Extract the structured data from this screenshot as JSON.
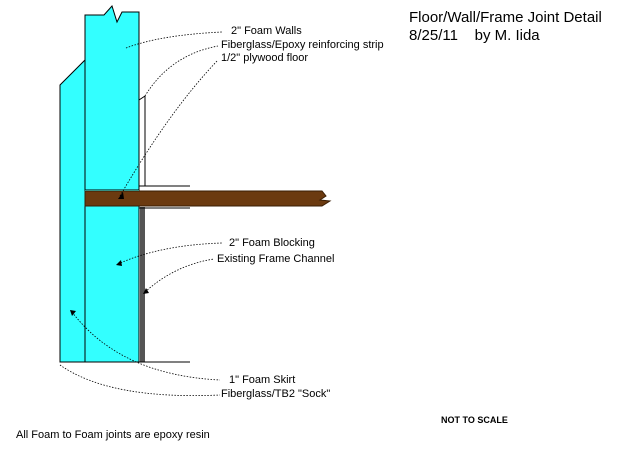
{
  "title": {
    "line1": "Floor/Wall/Frame Joint Detail",
    "line2": "8/25/11    by M. Iida"
  },
  "labels": {
    "foam_walls": "2\" Foam Walls",
    "reinforcing_strip": "Fiberglass/Epoxy reinforcing strip",
    "plywood_floor": "1/2\" plywood floor",
    "foam_blocking": "2\" Foam Blocking",
    "frame_channel": "Existing Frame Channel",
    "foam_skirt": "1\" Foam Skirt",
    "sock": "Fiberglass/TB2 \"Sock\""
  },
  "notes": {
    "scale": "NOT TO SCALE",
    "joints": "All Foam to Foam joints are epoxy resin"
  },
  "colors": {
    "foam": "#33ffff",
    "plywood": "#6b3a10",
    "line": "#000000",
    "channel": "#555555"
  }
}
